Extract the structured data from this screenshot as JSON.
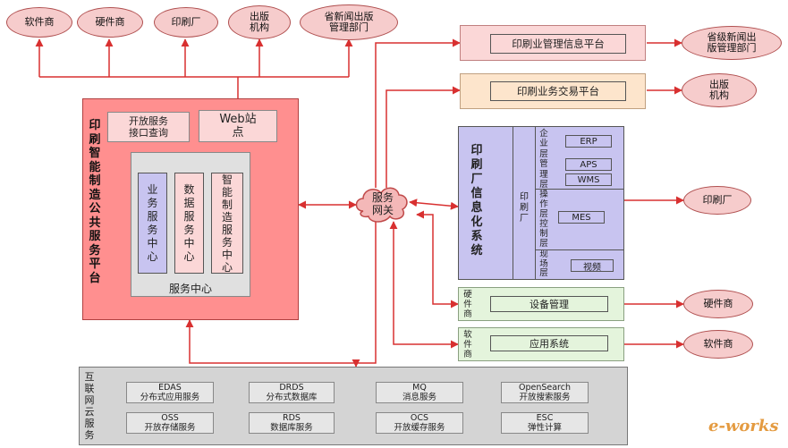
{
  "top_nodes": {
    "software_vendor": "软件商",
    "hardware_vendor": "硬件商",
    "print_factory": "印刷厂",
    "publisher": "出版\n机构",
    "provincial_admin": "省新闻出版\n管理部门"
  },
  "platform": {
    "title": "印刷智能制造公共服务平台",
    "open_api": "开放服务\n接口查询",
    "web_site": "Web站\n点",
    "service_center_label": "服务中心",
    "centers": [
      "业务服务中心",
      "数据服务中心",
      "智能制造服务中心"
    ]
  },
  "gateway": "服务\n网关",
  "right_platforms": {
    "mgmt_info": "印刷业管理信息平台",
    "trade": "印刷业务交易平台"
  },
  "right_nodes": {
    "provincial_admin": "省级新闻出\n版管理部门",
    "publisher": "出版\n机构",
    "print_factory": "印刷厂",
    "hardware_vendor": "硬件商",
    "software_vendor": "软件商"
  },
  "factory_system": {
    "title": "印刷厂信息化系统",
    "inner_label": "印刷厂",
    "layers": [
      "企业层管理层",
      "操作层控制层",
      "现场层"
    ],
    "modules": [
      "ERP",
      "APS",
      "WMS",
      "MES",
      "视频"
    ]
  },
  "hardware": {
    "label": "硬件商",
    "item": "设备管理"
  },
  "software": {
    "label": "软件商",
    "item": "应用系统"
  },
  "cloud": {
    "label": "互联网云服务",
    "services": [
      {
        "name": "EDAS",
        "desc": "分布式应用服务"
      },
      {
        "name": "DRDS",
        "desc": "分布式数据库"
      },
      {
        "name": "MQ",
        "desc": "消息服务"
      },
      {
        "name": "OpenSearch",
        "desc": "开放搜索服务"
      },
      {
        "name": "OSS",
        "desc": "开放存储服务"
      },
      {
        "name": "RDS",
        "desc": "数据库服务"
      },
      {
        "name": "OCS",
        "desc": "开放缓存服务"
      },
      {
        "name": "ESC",
        "desc": "弹性计算"
      }
    ]
  },
  "watermark": "e-works",
  "colors": {
    "arrow": "#d83030",
    "platform_fill": "#ff8f8f",
    "factory_fill": "#c8c4f0",
    "node_fill": "#f6cccc",
    "green": "#e4f4dc",
    "peach": "#fde5cc",
    "pink": "#fbd7d7",
    "cloud_fill": "#d4d4d4"
  }
}
